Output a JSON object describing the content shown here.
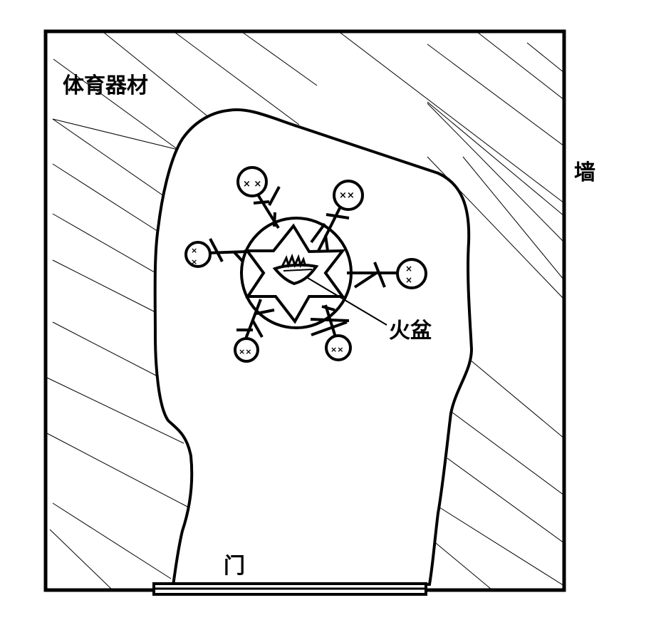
{
  "diagram": {
    "type": "floor-plan-sketch",
    "style": "hand-drawn monochrome",
    "colors": {
      "ink": "#000000",
      "background": "#ffffff"
    },
    "labels": {
      "equipment": "体育器材",
      "wall": "墙",
      "fire_basin": "火盆",
      "door": "门"
    },
    "elements": {
      "room_outline": "rectangle",
      "open_area": "irregular blob (unhatched)",
      "hatched_area": "diagonal hatching between blob and walls",
      "center_circle": "circle containing a six-pointed star",
      "center_object": "fire basin (bowl with flames)",
      "figures_count": 6,
      "figure_description": "stick figures with X-eyes lying radially around the circle",
      "door": "double-line door at bottom wall"
    }
  }
}
